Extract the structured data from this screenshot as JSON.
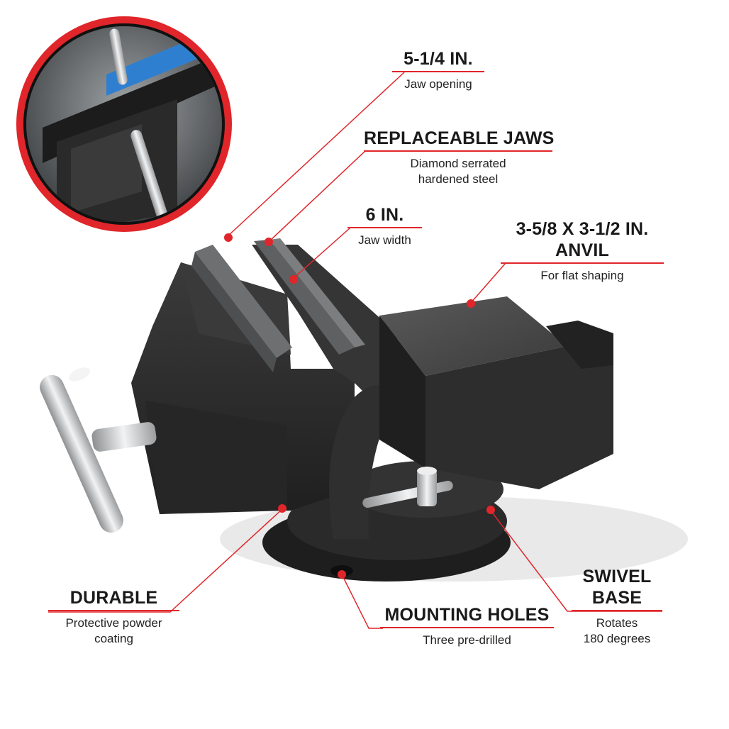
{
  "colors": {
    "accent": "#e0262a",
    "vise_body": "#2c2c2c",
    "steel": "#8a8c8e",
    "handle": "#d9dadb"
  },
  "callouts": {
    "jaw_opening": {
      "title": "5-1/4 IN.",
      "desc": "Jaw opening"
    },
    "replaceable_jaws": {
      "title": "REPLACEABLE JAWS",
      "desc1": "Diamond serrated",
      "desc2": "hardened steel"
    },
    "jaw_width": {
      "title": "6 IN.",
      "desc": "Jaw width"
    },
    "anvil": {
      "title1": "3-5/8 X 3-1/2 IN.",
      "title2": "ANVIL",
      "desc": "For flat shaping"
    },
    "durable": {
      "title": "DURABLE",
      "desc1": "Protective powder",
      "desc2": "coating"
    },
    "mounting_holes": {
      "title": "MOUNTING HOLES",
      "desc": "Three pre-drilled"
    },
    "swivel_base": {
      "title1": "SWIVEL",
      "title2": "BASE",
      "desc1": "Rotates",
      "desc2": "180 degrees"
    }
  }
}
